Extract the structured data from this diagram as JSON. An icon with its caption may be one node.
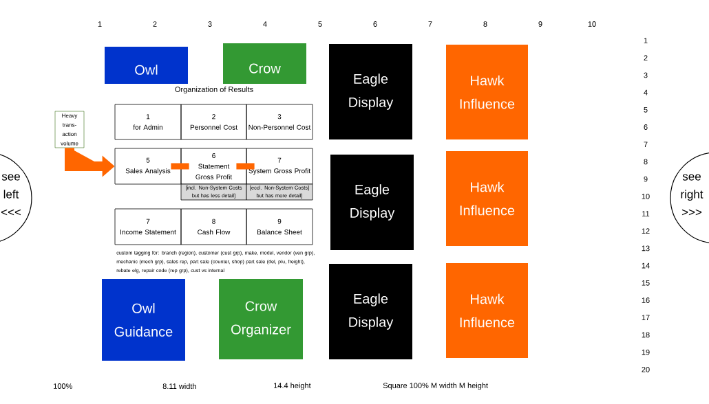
{
  "diagram": {
    "title": "Organization of Results",
    "nodes": [
      {
        "text": [
          "Owl"
        ]
      },
      {
        "text": [
          "Crow"
        ]
      },
      {
        "text": [
          "Eagle Display"
        ]
      },
      {
        "text": [
          "Hawk Influence"
        ]
      },
      {
        "text": [
          "see left <<<"
        ]
      },
      {
        "text": [
          "Heavy trans-action volume"
        ]
      },
      {
        "text": [
          "1",
          "for Admin"
        ]
      },
      {
        "text": [
          "2",
          "Personnel Cost"
        ]
      },
      {
        "text": [
          "3",
          "Non-Personnel Cost"
        ]
      },
      {
        "text": [
          "5",
          "Sales Analysis"
        ]
      },
      {
        "text": [
          "6",
          "Statement Gross Profit"
        ]
      },
      {
        "text": [
          "7",
          "System Gross Profit"
        ]
      },
      {
        "text": [
          "[incl. Non-System Costs but has less detail]"
        ]
      },
      {
        "text": [
          "[eccl. Non-System Costs] but has more detail]"
        ]
      },
      {
        "text": [
          "Eagle Display"
        ]
      },
      {
        "text": [
          "Hawk Influence"
        ]
      },
      {
        "text": [
          "see right >>>"
        ]
      },
      {
        "text": [
          "7",
          "Income Statement"
        ]
      },
      {
        "text": [
          "8",
          "Cash Flow"
        ]
      },
      {
        "text": [
          "9",
          "Balance Sheet"
        ]
      },
      {
        "text": [
          "Eagle Display"
        ]
      },
      {
        "text": [
          "Hawk Influence"
        ]
      },
      {
        "text": [
          "Owl Guidance"
        ]
      },
      {
        "text": [
          "Crow Organizer"
        ]
      }
    ],
    "edges": [
      {
        "from": 5,
        "to": 9,
        "arrow": "to"
      },
      {
        "from": 9,
        "to": 10,
        "arrow": "none"
      },
      {
        "from": 10,
        "to": 11,
        "arrow": "none"
      }
    ],
    "labels": [
      "1",
      "2",
      "3",
      "4",
      "5",
      "6",
      "7",
      "8",
      "9",
      "10",
      "1",
      "2",
      "3",
      "4",
      "5",
      "6",
      "7",
      "8",
      "9",
      "10",
      "11",
      "12",
      "13",
      "14",
      "15",
      "16",
      "17",
      "18",
      "19",
      "20",
      "custom tagging for: branch (region), customer (cust grp), make, model, vendor (ven grp), mechanic (mech grp), sales rep, part sale (counter, shop) part sale (del, p/u, freight), rebate elg, repair code (rep grp), cust vs internal",
      "100%",
      "8.11 width",
      "14.4 height",
      "Square 100%  M width  M  height"
    ]
  }
}
